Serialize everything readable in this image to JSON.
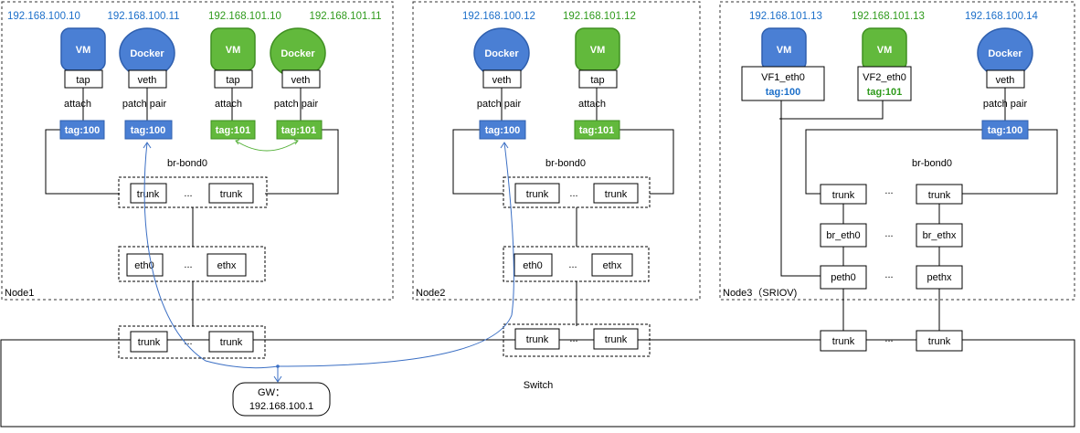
{
  "colors": {
    "blue": "#4a7fd4",
    "green": "#62b93c",
    "blue_text": "#1c6fc9",
    "green_text": "#2f9a1c"
  },
  "node1": {
    "label": "Node1",
    "ips": [
      "192.168.100.10",
      "192.168.100.11",
      "192.168.101.10",
      "192.168.101.11"
    ],
    "vm_label": "VM",
    "docker_label": "Docker",
    "tap": "tap",
    "veth": "veth",
    "attach": "attach",
    "patch_pair": "patch pair",
    "tags": [
      "tag:100",
      "tag:100",
      "tag:101",
      "tag:101"
    ],
    "bridge": "br-bond0",
    "trunk": "trunk",
    "dots": "...",
    "eth0": "eth0",
    "ethx": "ethx"
  },
  "node2": {
    "label": "Node2",
    "ips": [
      "192.168.100.12",
      "192.168.101.12"
    ],
    "docker_label": "Docker",
    "vm_label": "VM",
    "veth": "veth",
    "tap": "tap",
    "patch_pair": "patch pair",
    "attach": "attach",
    "tags": [
      "tag:100",
      "tag:101"
    ],
    "bridge": "br-bond0",
    "trunk": "trunk",
    "dots": "...",
    "eth0": "eth0",
    "ethx": "ethx"
  },
  "node3": {
    "label": "Node3（SRIOV)",
    "ips": [
      "192.168.101.13",
      "192.168.101.13",
      "192.168.100.14"
    ],
    "vm_label": "VM",
    "docker_label": "Docker",
    "vf1": "VF1_eth0",
    "vf2": "VF2_eth0",
    "vf1_tag": "tag:100",
    "vf2_tag": "tag:101",
    "veth": "veth",
    "patch_pair": "patch pair",
    "tag": "tag:100",
    "bridge": "br-bond0",
    "trunk": "trunk",
    "dots": "...",
    "br_eth0": "br_eth0",
    "br_ethx": "br_ethx",
    "peth0": "peth0",
    "pethx": "pethx"
  },
  "switch": {
    "label": "Switch",
    "trunk": "trunk",
    "dots": "...",
    "gw_line1": "GW：",
    "gw_line2": "192.168.100.1"
  }
}
